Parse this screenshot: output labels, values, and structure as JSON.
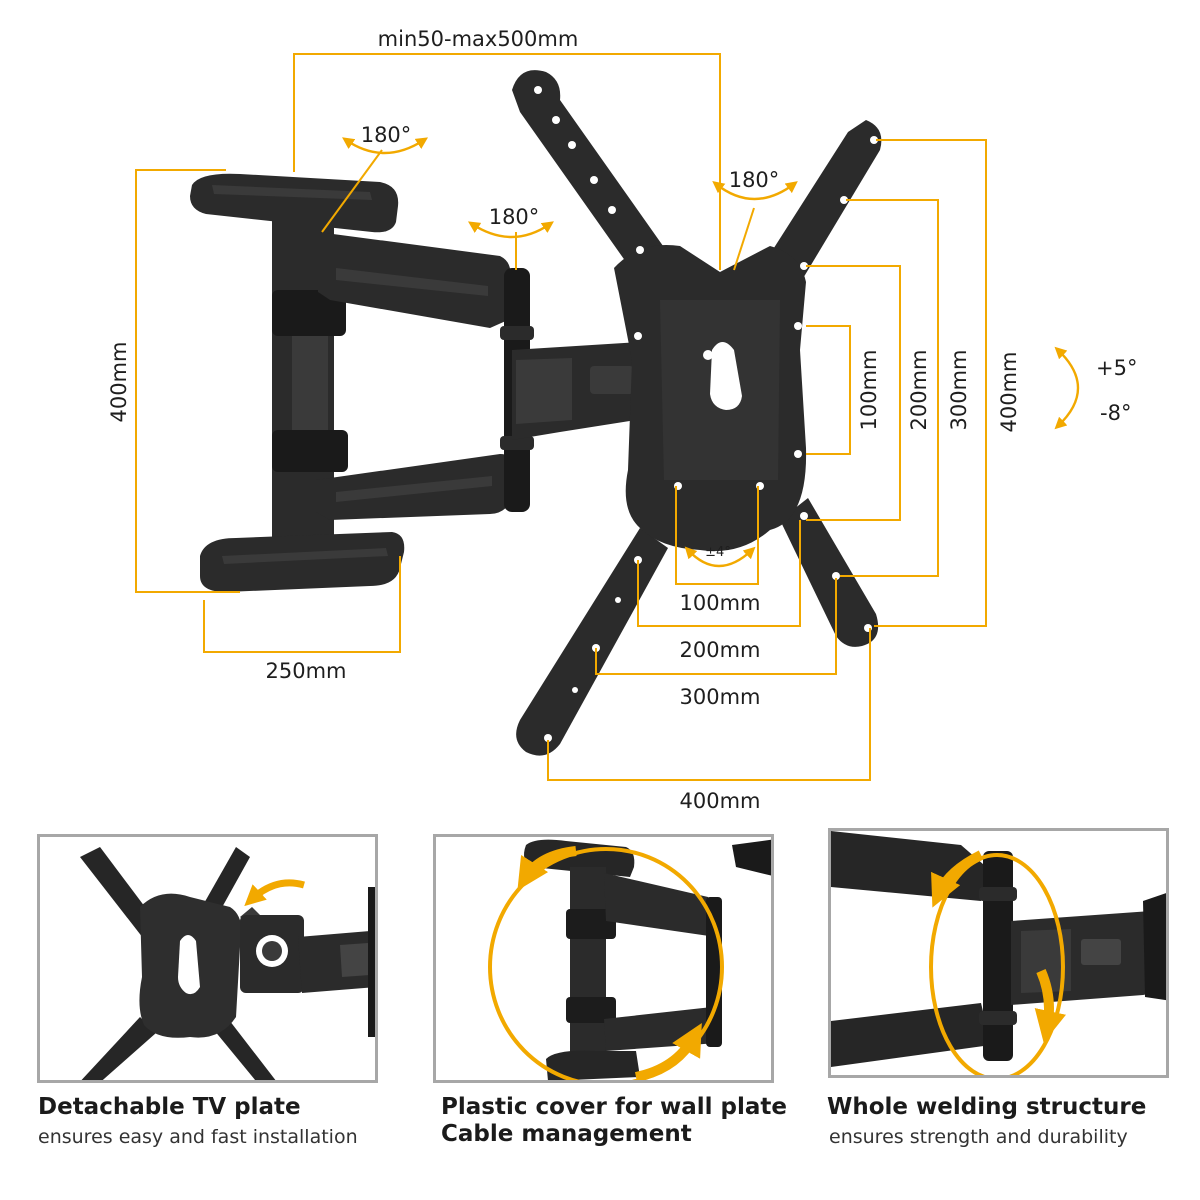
{
  "dimensions": {
    "extension": "min50-max500mm",
    "wall_plate_height": "400mm",
    "wall_plate_width": "250mm",
    "swivel_left": "180°",
    "swivel_mid": "180°",
    "swivel_right": "180°",
    "rotation": "±4°",
    "tilt_up": "+5°",
    "tilt_down": "-8°",
    "vesa_h_100": "100mm",
    "vesa_h_200": "200mm",
    "vesa_h_300": "300mm",
    "vesa_h_400": "400mm",
    "vesa_v_100": "100mm",
    "vesa_v_200": "200mm",
    "vesa_v_300": "300mm",
    "vesa_v_400": "400mm"
  },
  "features": [
    {
      "title": "Detachable TV plate",
      "subtitle": "ensures easy and fast installation"
    },
    {
      "title": "Plastic cover for wall plate",
      "subtitle": "Cable management"
    },
    {
      "title": "Whole welding structure",
      "subtitle": "ensures strength and durability"
    }
  ],
  "colors": {
    "accent": "#f2a900",
    "metal": "#2b2b2b",
    "panel_border": "#a7a7a7"
  }
}
